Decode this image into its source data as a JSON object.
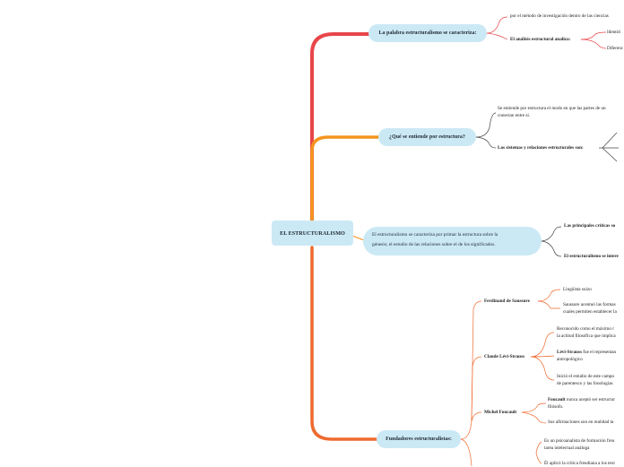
{
  "root": {
    "label": "EL ESTRUCTURALISMO"
  },
  "branches": {
    "palabra": {
      "label": "La palabra estructuralismo se caracteriza:",
      "children": [
        {
          "text": "por el método de investigación dentro de las ciencias"
        },
        {
          "text": "El análisis estructural analiza:",
          "children": [
            "Identid",
            "Diferenc"
          ]
        }
      ]
    },
    "estructura": {
      "label": "¿Qué se entiende por estructura?",
      "children": [
        {
          "line1": "Se entiende por estructura el modo en que las partes de un",
          "line2": "conectan entre sí."
        },
        {
          "text": "Los sistemas y relaciones estructurales son:"
        }
      ]
    },
    "definicion": {
      "line1": "El estructuralismo se caracteriza por primar la estructura sobre la",
      "line2": "génesis; el estudio de las relaciones sobre el de los significados.",
      "children": [
        "Las principales críticas so",
        "El estructuralismo se intere"
      ]
    },
    "fundadores": {
      "label": "Fundadores estructuralistas:",
      "people": [
        {
          "name": "Ferdinand de Saussure",
          "notes": [
            {
              "l1": "Lingüista suizo"
            },
            {
              "l1": "Saussure acentuó las formas",
              "l2": "cuales permiten establecer la"
            }
          ]
        },
        {
          "name": "Claude Lévi-Strauss",
          "notes": [
            {
              "l1": "Reconocido como el máximo r",
              "l2": "la actitud filosófica que implica"
            },
            {
              "bold": "Lévi-Strauss",
              "l1": " fue el representan",
              "l2": "antropológico"
            },
            {
              "l1": "Inició el estudio de este campo",
              "l2": "de parentesco y las fonologías"
            }
          ]
        },
        {
          "name": "Michel Foucault",
          "notes": [
            {
              "bold": "Foucault",
              "l1": " nunca aceptó ser estructur",
              "l2": "filósofo."
            },
            {
              "l1": "Sus afirmaciones son en realidad ta"
            }
          ]
        },
        {
          "name": "",
          "notes": [
            {
              "l1": "Es un psicoanalista de formación freu",
              "l2": "tarea intelectual análoga"
            },
            {
              "l1": "Él aplicó la crítica freudiana a los text"
            }
          ]
        }
      ]
    }
  },
  "colors": {
    "red": "#e8464a",
    "orange": "#f5951f",
    "deep_orange": "#ef6a2e",
    "node_fill": "#cbe9f5"
  }
}
